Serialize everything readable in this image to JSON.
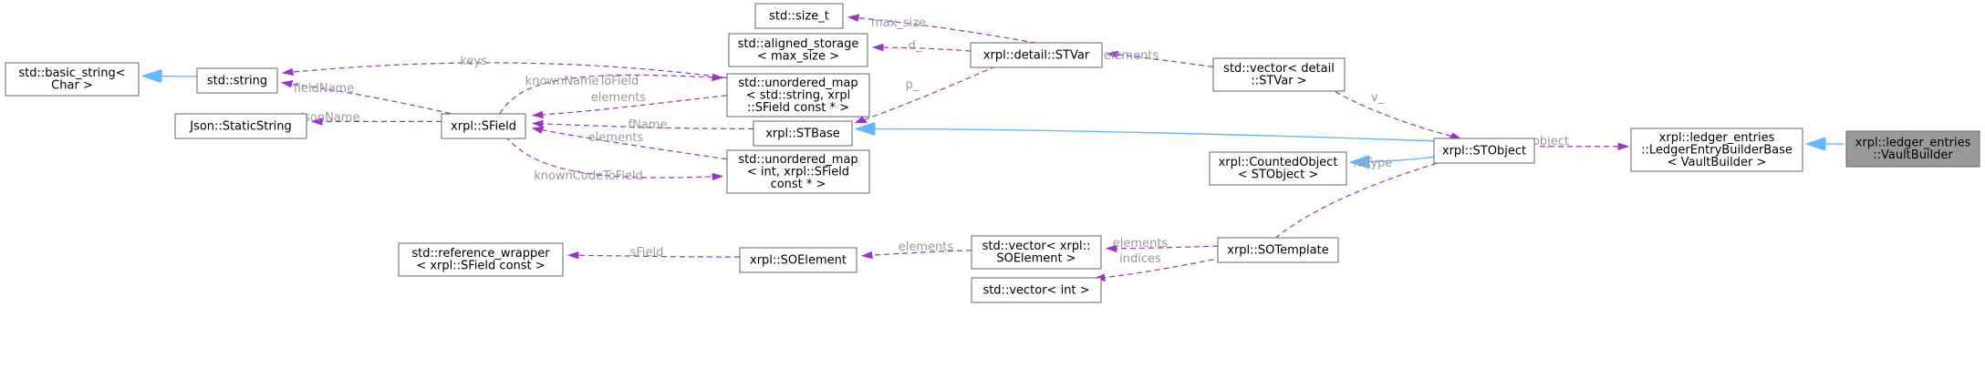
{
  "nodes": {
    "vault_builder": {
      "lines": [
        "xrpl::ledger_entries",
        "::VaultBuilder"
      ]
    },
    "ledger_entry_builder_base": {
      "lines": [
        "xrpl::ledger_entries",
        "::LedgerEntryBuilderBase",
        "< VaultBuilder >"
      ]
    },
    "stobject": {
      "lines": [
        "xrpl::STObject"
      ]
    },
    "counted_object": {
      "lines": [
        "xrpl::CountedObject",
        "< STObject >"
      ]
    },
    "sotemplate": {
      "lines": [
        "xrpl::SOTemplate"
      ]
    },
    "vector_int": {
      "lines": [
        "std::vector< int >"
      ]
    },
    "vector_soelement": {
      "lines": [
        "std::vector< xrpl::",
        "SOElement >"
      ]
    },
    "soelement": {
      "lines": [
        "xrpl::SOElement"
      ]
    },
    "reference_wrapper": {
      "lines": [
        "std::reference_wrapper",
        "< xrpl::SField const >"
      ]
    },
    "stbase": {
      "lines": [
        "xrpl::STBase"
      ]
    },
    "sfield": {
      "lines": [
        "xrpl::SField"
      ]
    },
    "json_static_string": {
      "lines": [
        "Json::StaticString"
      ]
    },
    "std_string": {
      "lines": [
        "std::string"
      ]
    },
    "basic_string": {
      "lines": [
        "std::basic_string<",
        "Char >"
      ]
    },
    "umap_int": {
      "lines": [
        "std::unordered_map",
        "< int, xrpl::SField",
        "const * >"
      ]
    },
    "umap_string": {
      "lines": [
        "std::unordered_map",
        "< std::string, xrpl",
        "::SField const * >"
      ]
    },
    "stvar": {
      "lines": [
        "xrpl::detail::STVar"
      ]
    },
    "vector_stvar": {
      "lines": [
        "std::vector< detail",
        "::STVar >"
      ]
    },
    "size_t": {
      "lines": [
        "std::size_t"
      ]
    },
    "aligned_storage": {
      "lines": [
        "std::aligned_storage",
        "< max_size >"
      ]
    }
  },
  "edges": [
    {
      "kind": "inheritance",
      "from": "ledger_entry_builder_base",
      "to": "vault_builder",
      "label": ""
    },
    {
      "kind": "usage",
      "from": "stobject",
      "to": "ledger_entry_builder_base",
      "label": "object"
    },
    {
      "kind": "inheritance",
      "from": "stbase",
      "to": "stobject",
      "label": ""
    },
    {
      "kind": "inheritance",
      "from": "counted_object",
      "to": "stobject",
      "label": ""
    },
    {
      "kind": "usage",
      "from": "vector_stvar",
      "to": "stobject",
      "label": "v_"
    },
    {
      "kind": "usage",
      "from": "sotemplate",
      "to": "stobject",
      "label": "mType"
    },
    {
      "kind": "usage",
      "from": "stvar",
      "to": "vector_stvar",
      "label": "elements"
    },
    {
      "kind": "usage",
      "from": "size_t",
      "to": "stvar",
      "label": "max_size"
    },
    {
      "kind": "usage",
      "from": "aligned_storage",
      "to": "stvar",
      "label": "d_"
    },
    {
      "kind": "usage",
      "from": "stbase",
      "to": "stvar",
      "label": "p_"
    },
    {
      "kind": "usage",
      "from": "sfield",
      "to": "stbase",
      "label": "fName"
    },
    {
      "kind": "usage",
      "from": "vector_soelement",
      "to": "sotemplate",
      "label": "elements"
    },
    {
      "kind": "usage",
      "from": "vector_int",
      "to": "sotemplate",
      "label": "indices"
    },
    {
      "kind": "usage",
      "from": "soelement",
      "to": "vector_soelement",
      "label": "elements"
    },
    {
      "kind": "usage",
      "from": "reference_wrapper",
      "to": "soelement",
      "label": "sField"
    },
    {
      "kind": "usage",
      "from": "sfield",
      "to": "umap_int",
      "label": "knownCodeToField"
    },
    {
      "kind": "usage",
      "from": "umap_int",
      "to": "sfield",
      "label": "elements"
    },
    {
      "kind": "usage",
      "from": "sfield",
      "to": "umap_string",
      "label": "knownNameToField"
    },
    {
      "kind": "usage",
      "from": "umap_string",
      "to": "sfield",
      "label": "elements"
    },
    {
      "kind": "usage",
      "from": "json_static_string",
      "to": "sfield",
      "label": "jsonName"
    },
    {
      "kind": "usage",
      "from": "std_string",
      "to": "sfield",
      "label": "fieldName"
    },
    {
      "kind": "usage",
      "from": "std_string",
      "to": "umap_string",
      "label": "keys"
    },
    {
      "kind": "inheritance",
      "from": "basic_string",
      "to": "std_string",
      "label": ""
    }
  ],
  "colors": {
    "focus_fill": "#999999",
    "box_stroke": "#666666",
    "usage_edge": "#9a32cd",
    "inheritance_edge": "#63b8ff",
    "edge_label": "#9a9a9a"
  }
}
